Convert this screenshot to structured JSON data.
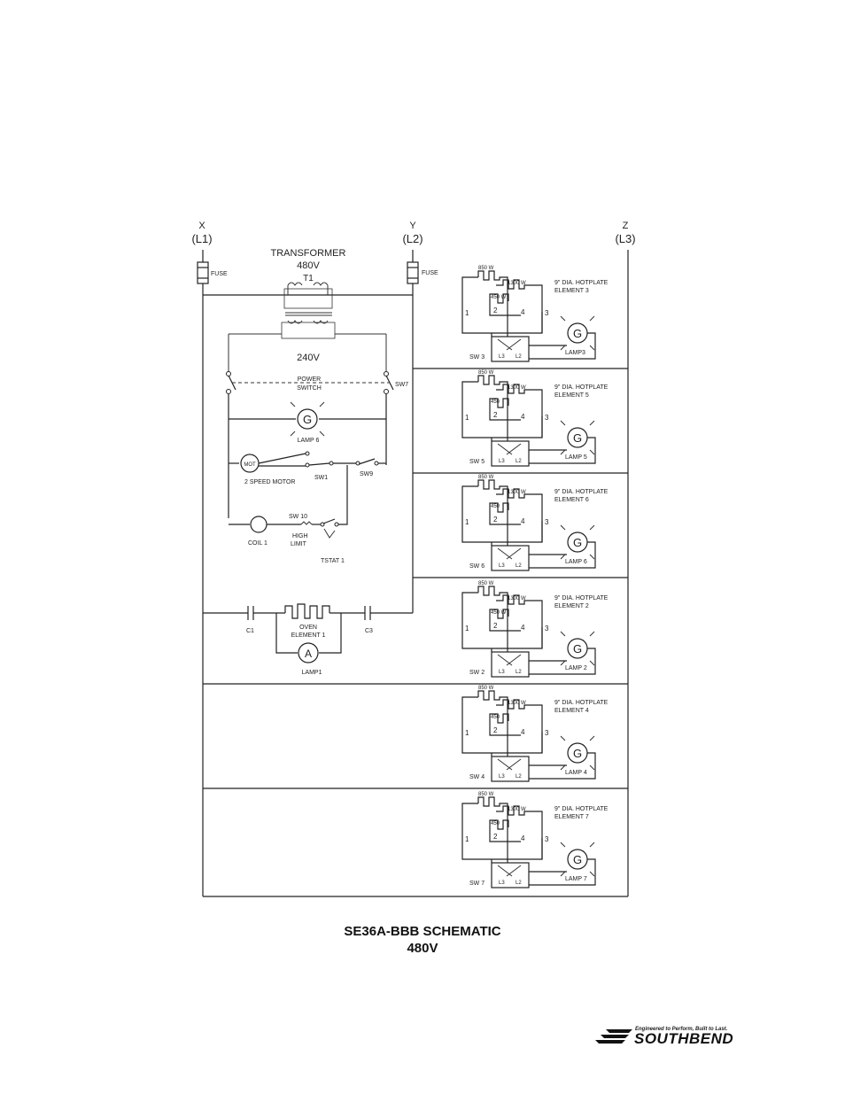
{
  "lines": [
    {
      "id": "x",
      "letter": "X",
      "name": "(L1)"
    },
    {
      "id": "y",
      "letter": "Y",
      "name": "(L2)"
    },
    {
      "id": "z",
      "letter": "Z",
      "name": "(L3)"
    }
  ],
  "fuse_label": "FUSE",
  "transformer": {
    "title": "TRANSFORMER",
    "voltage": "480V",
    "ref": "T1",
    "secondary_voltage": "240V"
  },
  "power_switch": {
    "label_1": "POWER",
    "label_2": "SWITCH",
    "ref": "SW7"
  },
  "lamp_6": {
    "symbol": "G",
    "label": "LAMP 6"
  },
  "motor": {
    "symbol": "MOT",
    "label": "2 SPEED MOTOR",
    "sw1": "SW1",
    "sw9": "SW9"
  },
  "coil_row": {
    "coil": "COIL 1",
    "sw10": "SW 10",
    "high_1": "HIGH",
    "high_2": "LIMIT",
    "tstat": "TSTAT 1"
  },
  "oven": {
    "c1": "C1",
    "c3": "C3",
    "label_1": "OVEN",
    "label_2": "ELEMENT 1",
    "lamp_symbol": "A",
    "lamp_label": "LAMP1"
  },
  "hotplates": [
    {
      "w1": "850 W",
      "w2": "1300 W",
      "w3": "450 W",
      "line_1": "9\" DIA. HOTPLATE",
      "line_2": "ELEMENT 3",
      "sw": "SW 3",
      "lamp": "LAMP3",
      "lamp_symbol": "G"
    },
    {
      "w1": "850 W",
      "w2": "1300 W",
      "w3": "450",
      "line_1": "9\" DIA. HOTPLATE",
      "line_2": "ELEMENT 5",
      "sw": "SW 5",
      "lamp": "LAMP 5",
      "lamp_symbol": "G"
    },
    {
      "w1": "850 W",
      "w2": "1300 W",
      "w3": "450",
      "line_1": "9\" DIA. HOTPLATE",
      "line_2": "ELEMENT 6",
      "sw": "SW 6",
      "lamp": "LAMP 6",
      "lamp_symbol": "G"
    },
    {
      "w1": "850 W",
      "w2": "1300 W",
      "w3": "450 W",
      "line_1": "9\" DIA. HOTPLATE",
      "line_2": "ELEMENT 2",
      "sw": "SW 2",
      "lamp": "LAMP 2",
      "lamp_symbol": "G"
    },
    {
      "w1": "850 W",
      "w2": "1300 W",
      "w3": "450",
      "line_1": "9\" DIA. HOTPLATE",
      "line_2": "ELEMENT 4",
      "sw": "SW 4",
      "lamp": "LAMP 4",
      "lamp_symbol": "G"
    },
    {
      "w1": "850 W",
      "w2": "1300 W",
      "w3": "450",
      "line_1": "9\" DIA. HOTPLATE",
      "line_2": "ELEMENT 7",
      "sw": "SW 7",
      "lamp": "LAMP 7",
      "lamp_symbol": "G"
    }
  ],
  "terminals": {
    "t1": "1",
    "t2": "2",
    "t3": "3",
    "t4": "4",
    "l2": "L2",
    "l3": "L3"
  },
  "caption": {
    "title": "SE36A-BBB SCHEMATIC",
    "voltage": "480V"
  },
  "brand": {
    "tagline": "Engineered to Perform, Built to Last.",
    "name": "SOUTHBEND"
  }
}
